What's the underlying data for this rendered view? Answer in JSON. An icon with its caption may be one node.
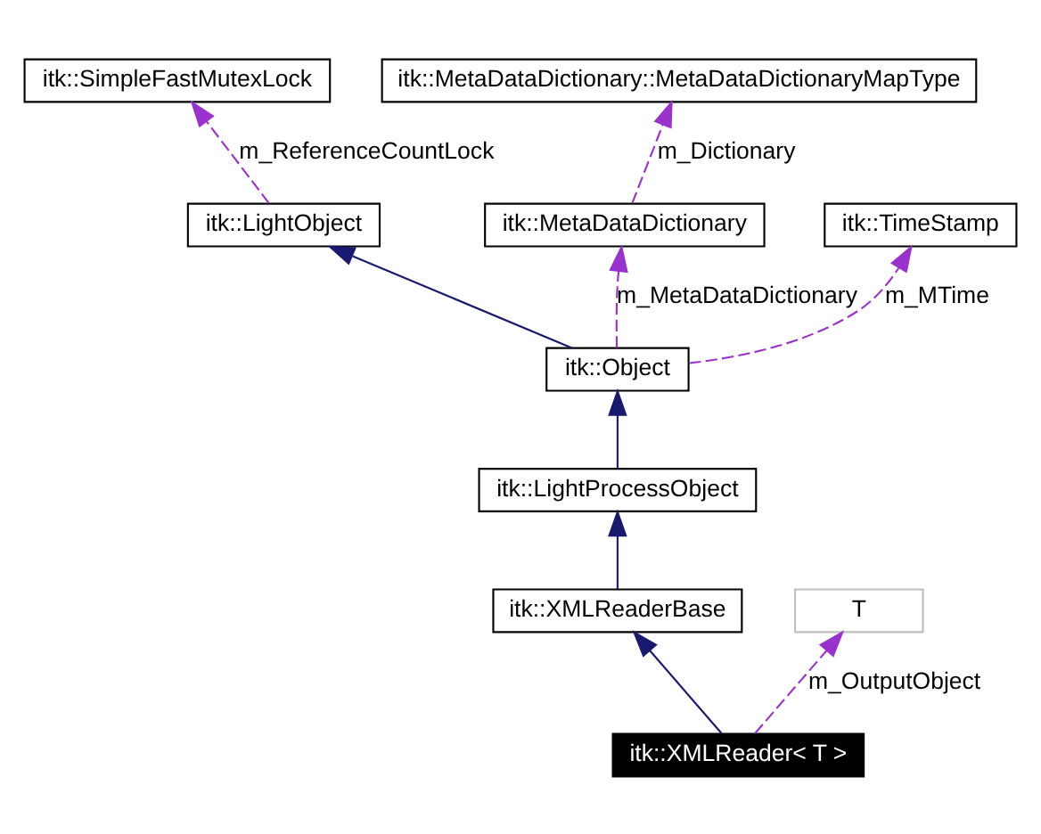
{
  "diagram": {
    "nodes": [
      {
        "text": [
          "itk::SimpleFastMutexLock"
        ]
      },
      {
        "text": [
          "itk::MetaDataDictionary::MetaDataDictionaryMapType"
        ]
      },
      {
        "text": [
          "itk::LightObject"
        ]
      },
      {
        "text": [
          "itk::MetaDataDictionary"
        ]
      },
      {
        "text": [
          "itk::TimeStamp"
        ]
      },
      {
        "text": [
          "itk::Object"
        ]
      },
      {
        "text": [
          "itk::LightProcessObject"
        ]
      },
      {
        "text": [
          "itk::XMLReaderBase"
        ]
      },
      {
        "text": [
          "T"
        ]
      },
      {
        "text": [
          "itk::XMLReader< T >"
        ]
      }
    ],
    "edges": [
      {
        "from": 2,
        "to": 0,
        "arrow": "to",
        "label": "m_ReferenceCountLock",
        "style": "dashed"
      },
      {
        "from": 3,
        "to": 1,
        "arrow": "to",
        "label": "m_Dictionary",
        "style": "dashed"
      },
      {
        "from": 5,
        "to": 2,
        "arrow": "to",
        "color": "#191970"
      },
      {
        "from": 5,
        "to": 3,
        "arrow": "to",
        "label": "m_MetaDataDictionary",
        "style": "dashed"
      },
      {
        "from": 5,
        "to": 4,
        "arrow": "to",
        "label": "m_MTime",
        "style": "dashed"
      },
      {
        "from": 6,
        "to": 5,
        "arrow": "to",
        "color": "#191970"
      },
      {
        "from": 7,
        "to": 6,
        "arrow": "to",
        "color": "#191970"
      },
      {
        "from": 9,
        "to": 7,
        "arrow": "to",
        "color": "#191970"
      },
      {
        "from": 9,
        "to": 8,
        "arrow": "to",
        "label": "m_OutputObject",
        "style": "dashed"
      }
    ]
  }
}
